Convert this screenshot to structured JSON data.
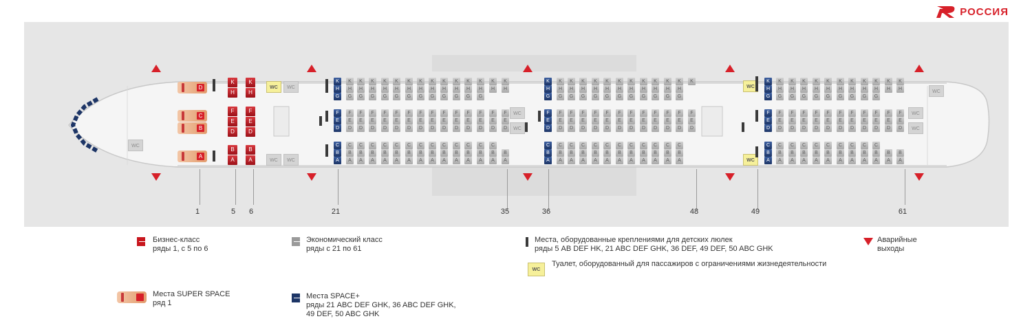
{
  "brand": {
    "name": "РОССИЯ",
    "logo_color": "#d72029"
  },
  "colors": {
    "business": "#c8161d",
    "economy": "#9a9a9a",
    "space_plus": "#1d3566",
    "super_space": "#e8a47a",
    "exit": "#d72029",
    "accessible_wc": "#f6f09a"
  },
  "labels": {
    "wc": "WC"
  },
  "row_numbers": [
    "1",
    "5",
    "6",
    "21",
    "35",
    "36",
    "48",
    "49",
    "61"
  ],
  "legend": {
    "business": {
      "title": "Бизнес-класс",
      "rows": "ряды 1, с 5 по 6"
    },
    "economy": {
      "title": "Экономический класс",
      "rows": "ряды с 21 по 61"
    },
    "bassinet": {
      "title": "Места, оборудованные креплениями для детских люлек",
      "rows": "ряды 5 AB DEF HK, 21 ABC DEF GHK, 36 DEF, 49 DEF, 50 ABC GHK"
    },
    "exits": {
      "title": "Аварийные",
      "rows": "выходы"
    },
    "accessible_wc": {
      "title": "Туалет, оборудованный для пассажиров с ограничениями жизнедеятельности"
    },
    "super_space": {
      "title": "Места SUPER SPACE",
      "rows": "ряд 1"
    },
    "space_plus": {
      "title": "Места SPACE+",
      "rows": "ряды 21 ABC DEF GHK, 36 ABC DEF GHK,",
      "rows2": "49 DEF, 50 ABC GHK"
    }
  },
  "cabin": {
    "business_rows": [
      {
        "row": "5",
        "seats": {
          "K": "K",
          "H": "H",
          "F": "F",
          "E": "E",
          "D": "D",
          "B": "B",
          "A": "A"
        }
      },
      {
        "row": "6",
        "seats": {
          "K": "K",
          "H": "H",
          "F": "F",
          "E": "E",
          "D": "D",
          "B": "B",
          "A": "A"
        }
      }
    ],
    "super_space_row": {
      "row": "1",
      "seats": [
        "D",
        "C",
        "B",
        "A"
      ]
    },
    "economy_sections": [
      {
        "rows": "21–35",
        "letters": [
          "K",
          "H",
          "G",
          "F",
          "E",
          "D",
          "C",
          "B",
          "A"
        ]
      },
      {
        "rows": "36–48",
        "letters": [
          "K",
          "H",
          "G",
          "F",
          "E",
          "D",
          "C",
          "B",
          "A"
        ]
      },
      {
        "rows": "49–61",
        "letters": [
          "K",
          "H",
          "G",
          "F",
          "E",
          "D",
          "C",
          "B",
          "A"
        ]
      }
    ]
  }
}
